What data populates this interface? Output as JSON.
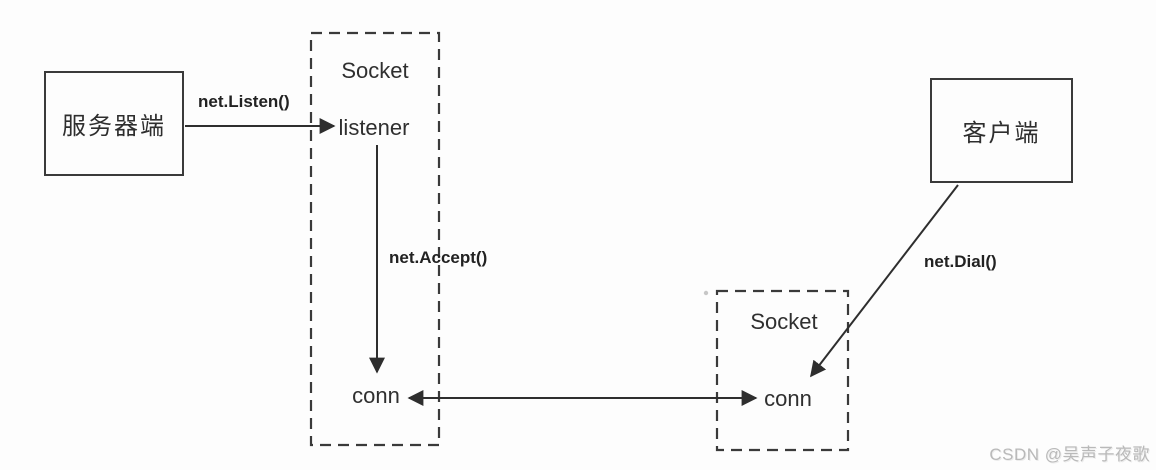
{
  "nodes": {
    "server": {
      "label": "服务器端"
    },
    "client": {
      "label": "客户端"
    },
    "server_socket": {
      "title": "Socket",
      "listener_label": "listener",
      "conn_label": "conn"
    },
    "client_socket": {
      "title": "Socket",
      "conn_label": "conn"
    }
  },
  "edges": {
    "listen_label": "net.Listen()",
    "accept_label": "net.Accept()",
    "dial_label": "net.Dial()"
  },
  "watermark": {
    "text": "CSDN @吴声子夜歌"
  },
  "colors": {
    "stroke": "#2e2e2e",
    "box_border": "#3a3a3a",
    "watermark_gray": "#b9b9b9",
    "background": "#fdfdfd"
  }
}
